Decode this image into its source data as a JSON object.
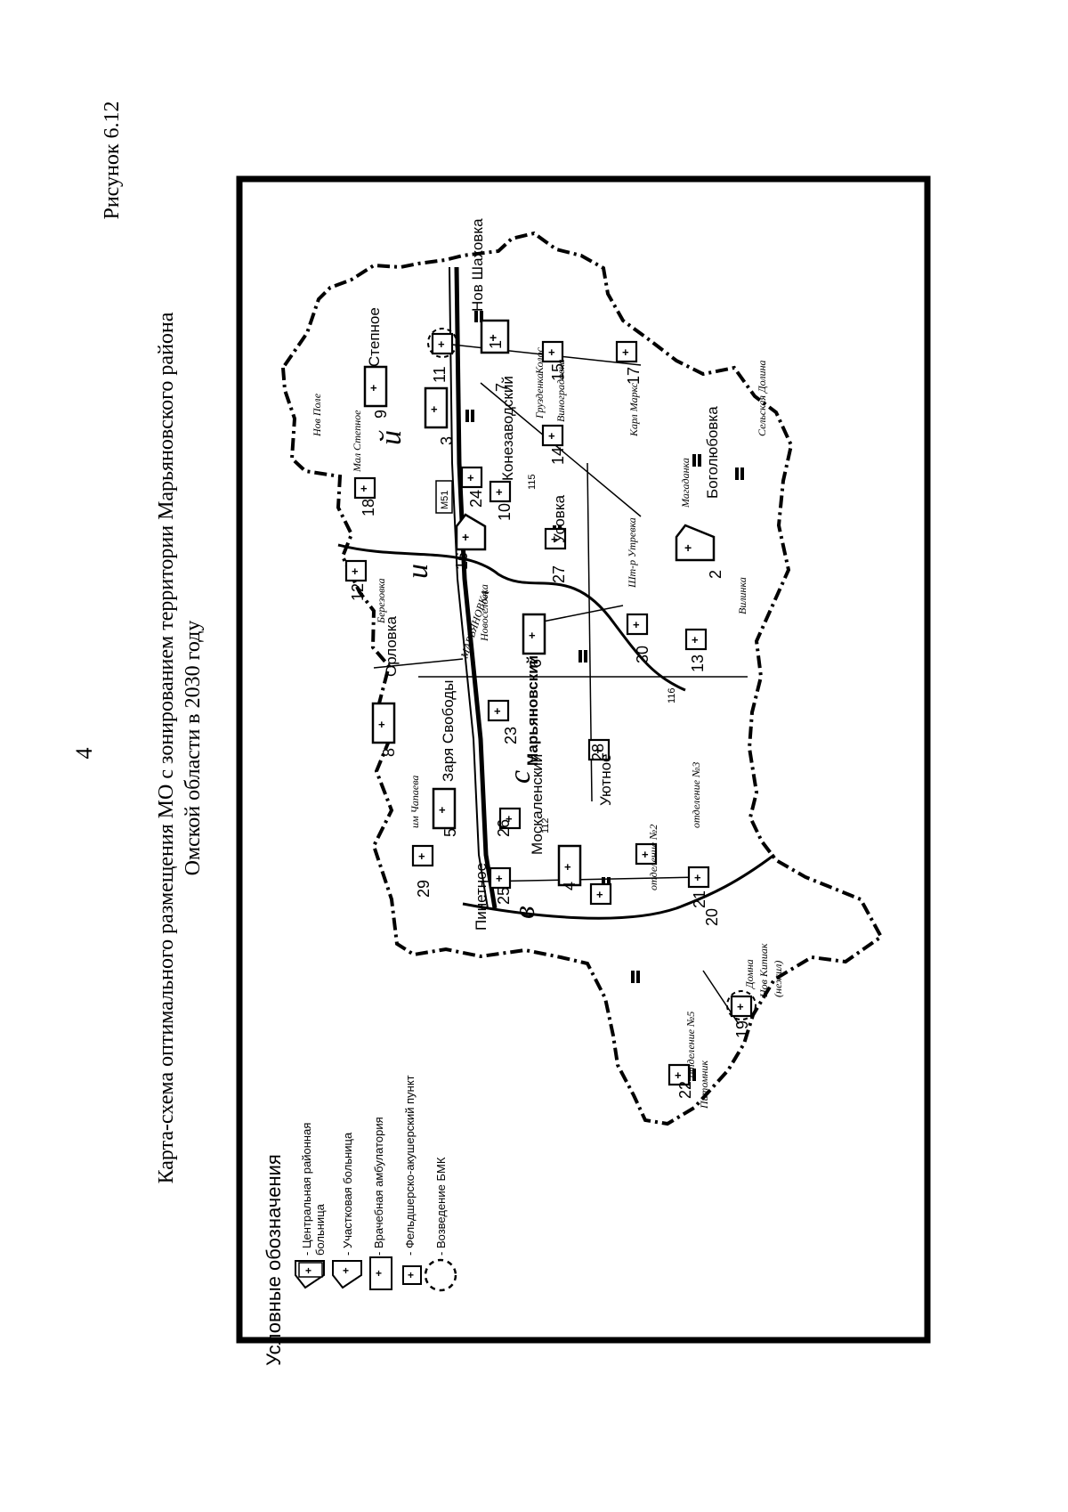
{
  "page": {
    "number": "4",
    "figure_label": "Рисунок 6.12",
    "title_line1": "Карта-схема оптимального размещения МО с зонированием территории Марьяновского района",
    "title_line2": "Омской области в 2030 году"
  },
  "legend": {
    "heading": "Условные обозначения",
    "items": [
      {
        "icon": "central-hospital-icon",
        "label_line1": "- Центральная районная",
        "label_line2": "больница"
      },
      {
        "icon": "district-hospital-icon",
        "label_line1": "- Участковая больница",
        "label_line2": ""
      },
      {
        "icon": "ambulatory-icon",
        "label_line1": "- Врачебная амбулатория",
        "label_line2": ""
      },
      {
        "icon": "feldsher-point-icon",
        "label_line1": "- Фельдшерско-акушерский пункт",
        "label_line2": ""
      },
      {
        "icon": "bmk-construction-icon",
        "label_line1": "- Возведение БМК",
        "label_line2": ""
      }
    ]
  },
  "map": {
    "settlements": {
      "orlovka": "Орловка",
      "zarya_svobody": "Заря Свободы",
      "maryanovsky": "Марьяновский",
      "moskalensky": "Москаленский",
      "uyutnoe": "Уютное",
      "pinetnoe": "Пинетное",
      "stepnoe": "Степное",
      "konezavodsky": "Конезаводский",
      "usovka": "Усовка",
      "bogolyubovka": "Боголюбовка",
      "nov_shkhatovka": "Нов Шаховка",
      "maryanovka": "МАРЬЯНОВКА"
    },
    "italic_labels": {
      "beryozovka": "Березовка",
      "im_chapaeva": "им Чапаева",
      "nov_pole": "Нов Поле",
      "mal_stepnoe": "Мал Степное",
      "gruzdevka": "Грузденка",
      "vinogradovka": "Виноградовка",
      "karl_marks": "Карл Маркс",
      "kolos": "Колос",
      "vilinka": "Вилинка",
      "shtr_utrevka": "Шт-р Утревка",
      "magadanka": "Магаданка",
      "selskaya_dolina": "Сельская Долина",
      "otd2": "отделение №2",
      "otd3": "отделение №3",
      "otd5": "отделение №5",
      "nov_kipiaak": "Нов Кипиак",
      "nezhil": "(нежил)",
      "domna": "Домна",
      "pitomnik": "Питомник",
      "novoselovka": "Новоселовка"
    },
    "zone_letters": [
      "в",
      "с",
      "и",
      "й"
    ],
    "road_label": "М51",
    "facility_numbers": [
      "1",
      "2",
      "3",
      "4",
      "5",
      "6",
      "7",
      "8",
      "9",
      "10",
      "11",
      "12",
      "13",
      "14",
      "15",
      "16",
      "17",
      "18",
      "19",
      "20",
      "21",
      "22",
      "23",
      "24",
      "25",
      "26",
      "27",
      "28",
      "29",
      "30"
    ],
    "misc_numbers": [
      "112",
      "115",
      "116"
    ]
  }
}
